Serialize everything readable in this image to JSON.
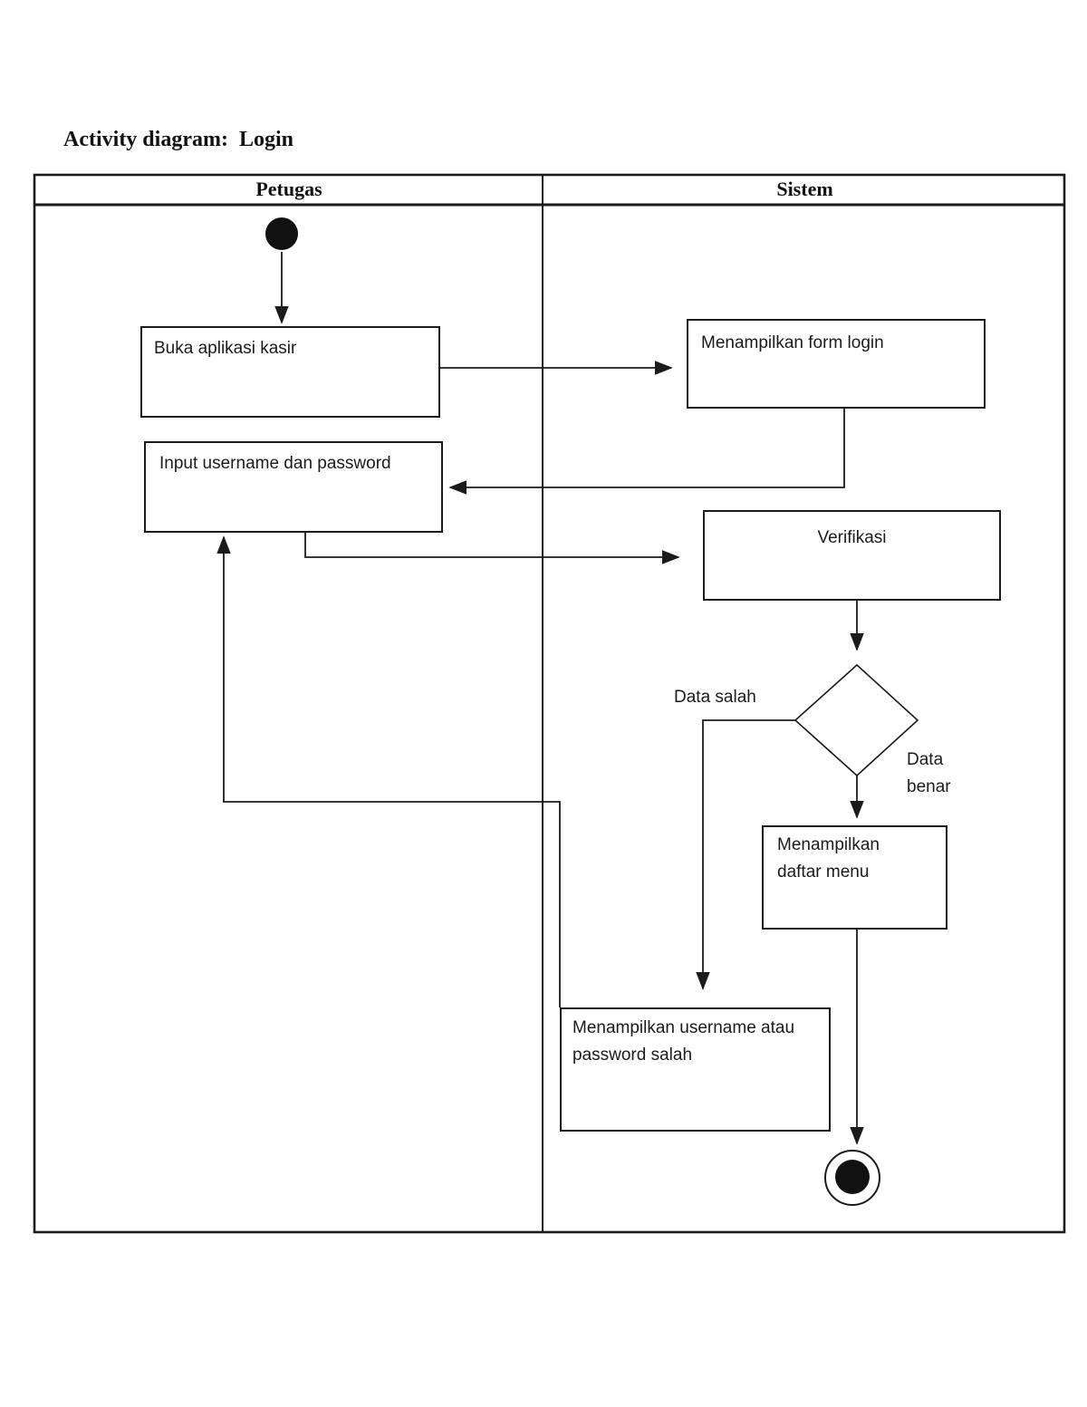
{
  "title": "Activity diagram:  Login",
  "swimlanes": {
    "petugas": "Petugas",
    "sistem": "Sistem"
  },
  "activities": {
    "buka_aplikasi_kasir": "Buka aplikasi kasir",
    "menampilkan_form_login": "Menampilkan form login",
    "input_username_password": "Input username dan password",
    "verifikasi": "Verifikasi",
    "menampilkan_daftar_menu": "Menampilkan daftar menu",
    "menampilkan_error": "Menampilkan username atau password salah"
  },
  "decision_labels": {
    "data_salah": "Data salah",
    "data_benar": "Data benar"
  },
  "colors": {
    "ink": "#1b1b1b",
    "background": "#ffffff"
  }
}
